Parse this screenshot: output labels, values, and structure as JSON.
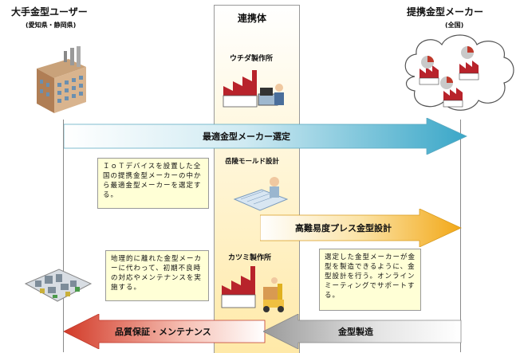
{
  "left_header": {
    "title": "大手金型ユーザー",
    "subtitle": "(愛知県・静岡県)"
  },
  "center_header": {
    "title": "連携体"
  },
  "right_header": {
    "title": "提携金型メーカー",
    "subtitle": "(全国)"
  },
  "companies": {
    "uchida": "ウチダ製作所",
    "shinkou": "岳陵モールド設計",
    "katsumi": "カツミ製作所"
  },
  "arrows": {
    "selection": "最適金型メーカー選定",
    "press_design": "高難易度プレス金型設計",
    "quality": "品質保証・メンテナンス",
    "manufacture": "金型製造"
  },
  "notes": {
    "iot": "ＩｏＴデバイスを設置した全国の提携金型メーカーの中から最適金型メーカーを選定する。",
    "maintenance": "地理的に離れた金型メーカーに代わって、初期不良時の対応やメンテナンスを実施する。",
    "online": "選定した金型メーカーが金型を製造できるように、金型設計を行う。オンラインミーティングでサポートする。"
  },
  "colors": {
    "blue_arrow": "#3aa7c8",
    "orange_arrow": "#f2a818",
    "red_arrow": "#d23a28",
    "gray_arrow": "#9a9a9a",
    "note_bg": "#ffffd6"
  }
}
